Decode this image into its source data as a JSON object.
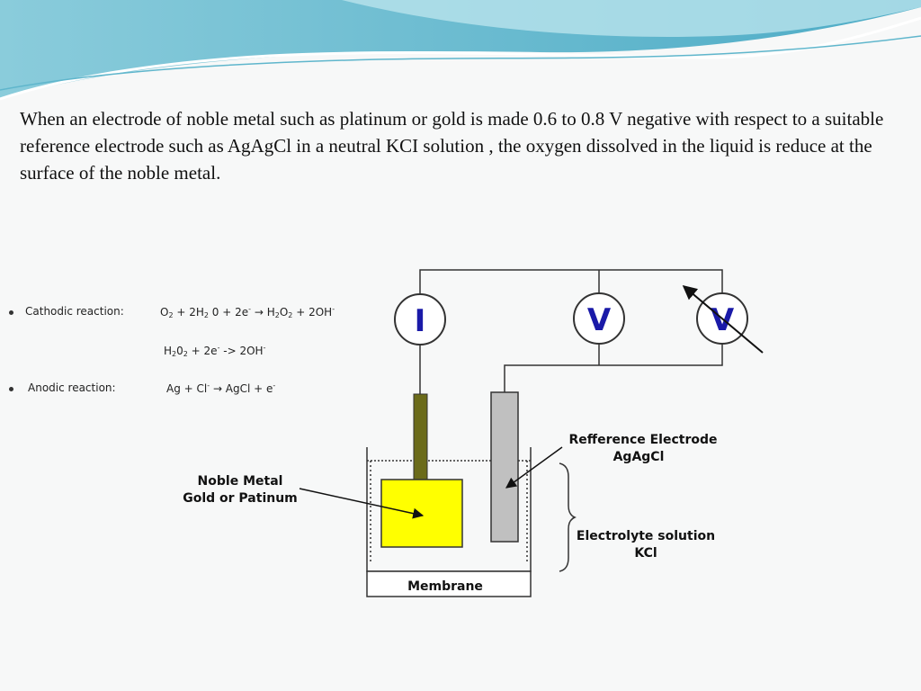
{
  "paragraph": "When an electrode of noble metal such as platinum or gold is made 0.6 to 0.8 V negative with respect to a suitable reference electrode such as AgAgCl in a neutral KCI solution , the oxygen dissolved in the liquid is reduce at the surface of the noble metal.",
  "reactions": {
    "cathodic_label": "Cathodic reaction:",
    "anodic_label": "Anodic reaction:"
  },
  "diagram": {
    "meter_i": "I",
    "meter_v1": "V",
    "meter_v2": "V",
    "noble_label_1": "Noble Metal",
    "noble_label_2": "Gold or Patinum",
    "ref_label_1": "Refference Electrode",
    "ref_label_2": "AgAgCl",
    "electrolyte_label_1": "Electrolyte solution",
    "electrolyte_label_2": "KCl",
    "membrane_label": "Membrane"
  },
  "colors": {
    "noble_metal": "#ffff00",
    "electrode_rod": "#6b6b1a",
    "reference_electrode": "#c0c0c0",
    "meter_letter": "#1a1aa8"
  }
}
